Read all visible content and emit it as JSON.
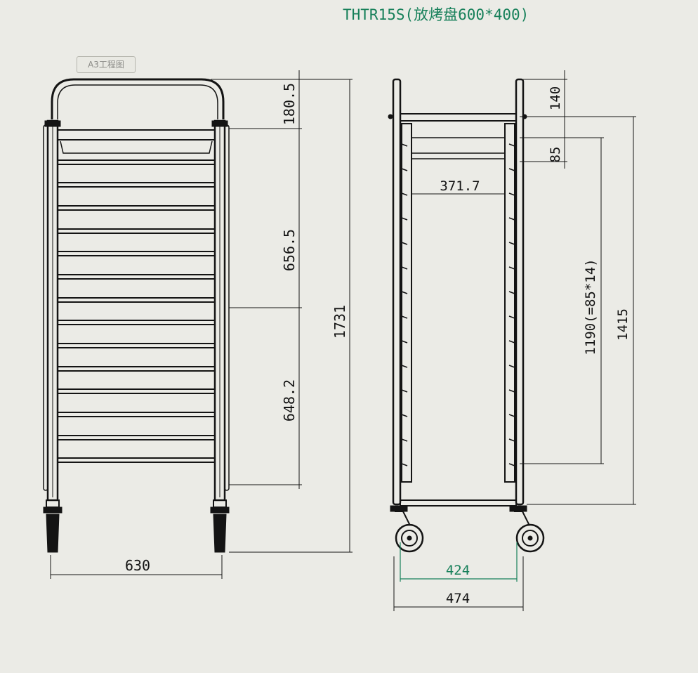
{
  "title": "THTR15S(放烤盘600*400)",
  "badge": "A3工程图",
  "colors": {
    "background": "#ebebe6",
    "lines": "#141414",
    "accent": "#17805a",
    "badge_text": "#8a8a86"
  },
  "front_view": {
    "width": "630",
    "total_height": "1731",
    "top_section": "180.5",
    "middle_section": "656.5",
    "lower_section": "648.2"
  },
  "side_view": {
    "inner_width": "371.7",
    "top_height": "140",
    "shelf_pitch": "85",
    "rack_height": "1190(=85*14)",
    "frame_height": "1415",
    "wheel_span": "424",
    "overall_depth": "474"
  }
}
